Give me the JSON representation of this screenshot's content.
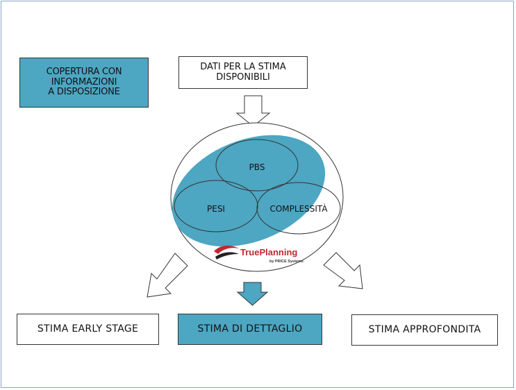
{
  "colors": {
    "accent": "#4da6c2",
    "border": "#333333",
    "frame": "#8aa4c8"
  },
  "boxes": {
    "coverage": "COPERTURA CON\nINFORMAZIONI\nA DISPOSIZIONE",
    "input_data": "DATI PER LA STIMA\nDISPONIBILI",
    "early": "STIMA EARLY STAGE",
    "detail": "STIMA DI DETTAGLIO",
    "deep": "STIMA APPROFONDITA"
  },
  "circles": {
    "top": "PBS",
    "left": "PESI",
    "right": "COMPLESSITÀ"
  },
  "logo": {
    "name": "TruePlanning",
    "tagline": "by PRICE Systems"
  }
}
